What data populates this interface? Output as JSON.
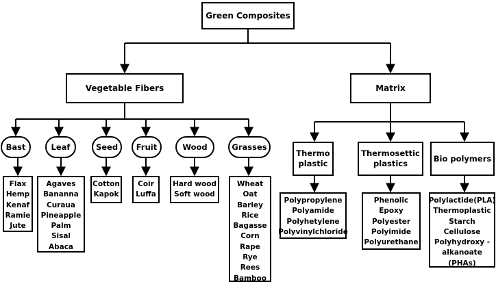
{
  "root": "Green Composites",
  "vegetable_fibers": {
    "label": "Vegetable Fibers",
    "groups": [
      {
        "label": "Bast",
        "items": [
          "Flax",
          "Hemp",
          "Kenaf",
          "Ramie",
          "Jute"
        ]
      },
      {
        "label": "Leaf",
        "items": [
          "Agaves",
          "Bananna",
          "Curaua",
          "Pineapple",
          "Palm",
          "Sisal",
          "Abaca"
        ]
      },
      {
        "label": "Seed",
        "items": [
          "Cotton",
          "Kapok"
        ]
      },
      {
        "label": "Fruit",
        "items": [
          "Coir",
          "Luffa"
        ]
      },
      {
        "label": "Wood",
        "items": [
          "Hard wood",
          "Soft wood"
        ]
      },
      {
        "label": "Grasses",
        "items": [
          "Wheat",
          "Oat",
          "Barley",
          "Rice",
          "Bagasse",
          "Corn",
          "Rape",
          "Rye",
          "Rees",
          "Bamboo"
        ]
      }
    ]
  },
  "matrix": {
    "label": "Matrix",
    "groups": [
      {
        "label_lines": [
          "Thermo",
          "plastic"
        ],
        "items": [
          "Polypropylene",
          "Polyamide",
          "Polyhetylene",
          "Polyvinylchloride"
        ]
      },
      {
        "label_lines": [
          "Thermosettic",
          "plastics"
        ],
        "items": [
          "Phenolic",
          "Epoxy",
          "Polyester",
          "Polyimide",
          "Polyurethane"
        ]
      },
      {
        "label_lines": [
          "Bio polymers"
        ],
        "items": [
          "Polylactide(PLA)",
          "Thermoplastic",
          "Starch",
          "Cellulose",
          "Polyhydroxy -",
          "alkanoate",
          "(PHAs)"
        ]
      }
    ]
  }
}
